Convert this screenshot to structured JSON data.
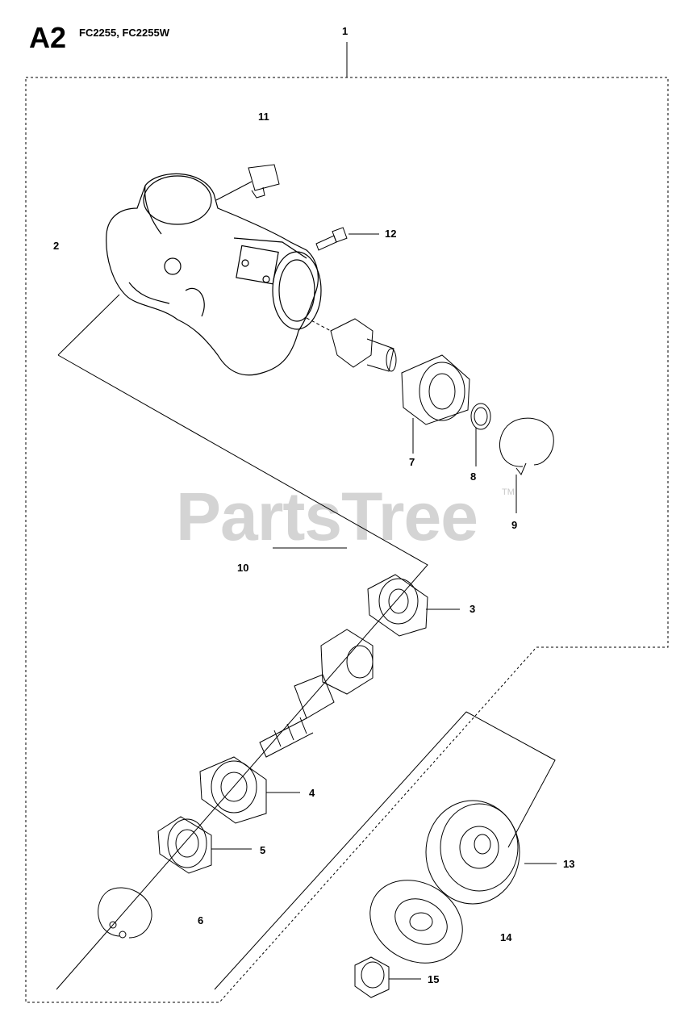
{
  "header": {
    "section_id": "A2",
    "models": "FC2255, FC2255W"
  },
  "watermark": {
    "text": "PartsTree",
    "tm": "TM"
  },
  "callouts": {
    "c1": "1",
    "c2": "2",
    "c3": "3",
    "c4": "4",
    "c5": "5",
    "c6": "6",
    "c7": "7",
    "c8": "8",
    "c9": "9",
    "c10": "10",
    "c11": "11",
    "c12": "12",
    "c13": "13",
    "c14": "14",
    "c15": "15"
  }
}
